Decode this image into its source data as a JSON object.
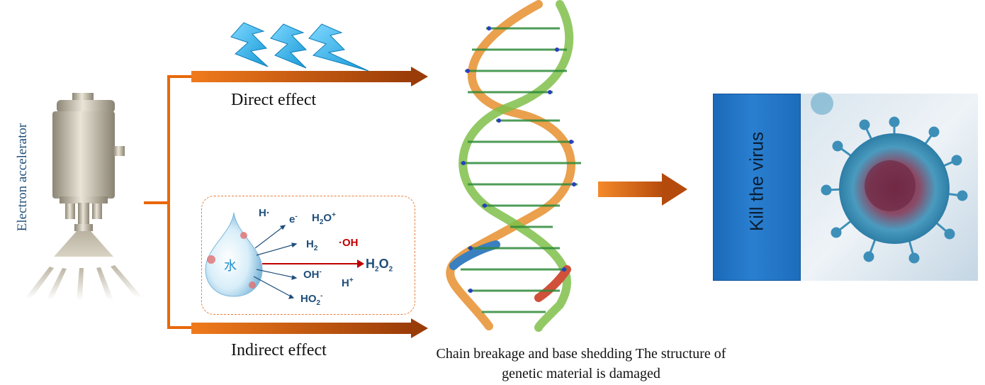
{
  "labels": {
    "electron_accelerator": "Electron accelerator",
    "direct_effect": "Direct effect",
    "indirect_effect": "Indirect effect",
    "caption_line1": "Chain breakage and base shedding  The structure of",
    "caption_line2": "genetic material is damaged",
    "kill_the_virus": "Kill the virus"
  },
  "water_box": {
    "water_char": "水",
    "species": {
      "h_radical": "H·",
      "electron": "e",
      "electron_sup": "-",
      "h2o_plus_a": "H",
      "h2o_plus_sub": "2",
      "h2o_plus_b": "O",
      "h2o_plus_sup": "+",
      "h2_a": "H",
      "h2_sub": "2",
      "oh_radical": "·OH",
      "h2o2_a": "H",
      "h2o2_sub1": "2",
      "h2o2_b": "O",
      "h2o2_sub2": "2",
      "oh_minus_a": "OH",
      "oh_minus_sup": "-",
      "h_plus_a": "H",
      "h_plus_sup": "+",
      "ho2_a": "HO",
      "ho2_sub": "2",
      "ho2_sup": "-"
    }
  },
  "colors": {
    "arrow_orange": "#e8680a",
    "arrow_dark": "#9a3c08",
    "label_blue": "#1f4e79",
    "oh_red": "#c00000",
    "kill_box_blue": "#1b69b8"
  },
  "icons": [
    "electron-accelerator-icon",
    "lightning-bolt-icon",
    "water-drop-icon",
    "dna-helix-icon",
    "virus-icon"
  ]
}
